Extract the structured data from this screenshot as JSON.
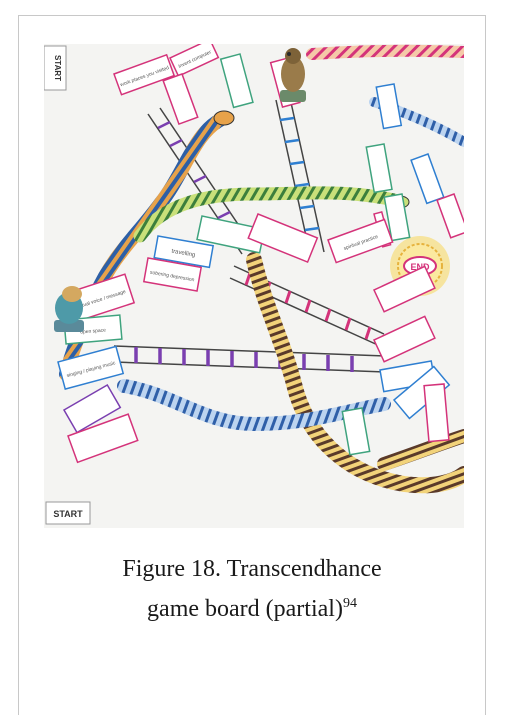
{
  "figure": {
    "caption_line1": "Figure 18. Transcendhance",
    "caption_line2": "game board (partial)",
    "footnote": "94"
  },
  "board": {
    "start_top": "START",
    "start_bottom": "START",
    "end_label": "END",
    "squares": [
      {
        "id": "sq1",
        "text": "work places you visited",
        "color": "#d4337a"
      },
      {
        "id": "sq2",
        "text": "invent computer",
        "color": "#d4337a"
      },
      {
        "id": "sq3",
        "text": "",
        "color": "#d4337a"
      },
      {
        "id": "sq4",
        "text": "",
        "color": "#3fa37e"
      },
      {
        "id": "sq5",
        "text": "",
        "color": "#d4337a"
      },
      {
        "id": "sq6",
        "text": "",
        "color": "#2f7fd1"
      },
      {
        "id": "sq7",
        "text": "",
        "color": "#3fa37e"
      },
      {
        "id": "sq8",
        "text": "",
        "color": "#2f7fd1"
      },
      {
        "id": "sq9",
        "text": "",
        "color": "#d4337a"
      },
      {
        "id": "sq10",
        "text": "",
        "color": "#3fa37e"
      },
      {
        "id": "sq11",
        "text": "",
        "color": "#d4337a"
      },
      {
        "id": "sq12",
        "text": "travelling",
        "color": "#2f7fd1"
      },
      {
        "id": "sq13",
        "text": "sobering depression",
        "color": "#d4337a"
      },
      {
        "id": "sq14",
        "text": "",
        "color": "#3fa37e"
      },
      {
        "id": "sq15",
        "text": "",
        "color": "#d4337a"
      },
      {
        "id": "sq16",
        "text": "spiritual practice",
        "color": "#d4337a"
      },
      {
        "id": "sq17",
        "text": "spiritual voice / message",
        "color": "#d4337a"
      },
      {
        "id": "sq18",
        "text": "open space",
        "color": "#3fa37e"
      },
      {
        "id": "sq19",
        "text": "",
        "color": "#d4337a"
      },
      {
        "id": "sq20",
        "text": "singing / playing music",
        "color": "#2f7fd1"
      },
      {
        "id": "sq21",
        "text": "",
        "color": "#d4337a"
      },
      {
        "id": "sq22",
        "text": "",
        "color": "#2f7fd1"
      },
      {
        "id": "sq23",
        "text": "",
        "color": "#2f7fd1"
      },
      {
        "id": "sq24",
        "text": "",
        "color": "#7a3fb0"
      },
      {
        "id": "sq25",
        "text": "",
        "color": "#d4337a"
      },
      {
        "id": "sq26",
        "text": "",
        "color": "#3fa37e"
      },
      {
        "id": "sq27",
        "text": "",
        "color": "#d4337a"
      }
    ]
  }
}
